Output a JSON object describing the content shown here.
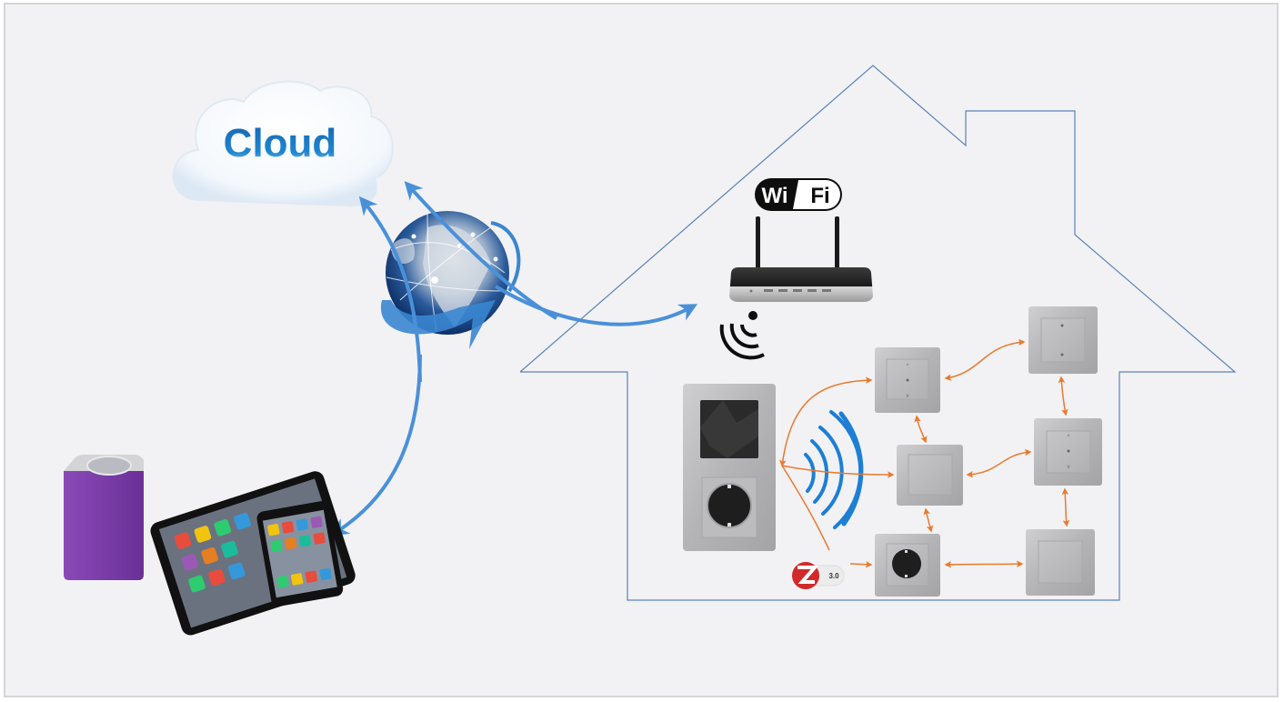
{
  "diagram": {
    "title": "Smart home connectivity: Cloud, Internet, Wi-Fi router and Zigbee 3.0 device mesh",
    "colors": {
      "background": "#f2f2f4",
      "frame_border": "#d6d6d6",
      "house_outline": "#5b82b8",
      "cloud_text": "#1c7ac2",
      "blue_arrow": "#4a90d9",
      "orange_link": "#e87a2e",
      "zigbee_waves": "#1d7fd4",
      "speaker_body": "#7b3fa6",
      "zigbee_red": "#d22a2a",
      "switch_plate": "#b9b9bb"
    },
    "nodes": {
      "cloud": {
        "label": "Cloud",
        "icon": "cloud-icon"
      },
      "internet": {
        "label": "Internet",
        "icon": "globe-icon"
      },
      "wifi_badge": {
        "left": "Wi",
        "right": "Fi",
        "icon": "wifi-logo"
      },
      "router": {
        "label": "Wi-Fi router",
        "icon": "router-icon"
      },
      "wifi_signal": {
        "icon": "wifi-signal-icon"
      },
      "smart_speaker": {
        "label": "Smart speaker",
        "icon": "speaker-icon"
      },
      "mobile_devices": {
        "label": "Tablet and smartphone",
        "icon": "tablet-phone-icon"
      },
      "gateway": {
        "label": "Gateway with socket",
        "icon": "gateway-icon"
      },
      "zigbee_badge": {
        "letter": "Z",
        "version": "3.0",
        "icon": "zigbee-logo"
      },
      "devices": [
        {
          "id": "blind-switch-1",
          "type": "blind switch"
        },
        {
          "id": "dimmer-1",
          "type": "two-button switch"
        },
        {
          "id": "switch-center",
          "type": "switch"
        },
        {
          "id": "blind-switch-2",
          "type": "blind switch"
        },
        {
          "id": "socket",
          "type": "socket"
        },
        {
          "id": "switch-plain",
          "type": "switch"
        }
      ]
    },
    "links": [
      {
        "from": "internet",
        "to": "cloud",
        "style": "blue-arrow"
      },
      {
        "from": "router",
        "to": "cloud",
        "style": "blue-arrow"
      },
      {
        "from": "internet",
        "to": "router",
        "style": "blue-arrow"
      },
      {
        "from": "internet",
        "to": "mobile_devices",
        "style": "blue-arrow"
      },
      {
        "from": "gateway",
        "to": "blind-switch-1",
        "style": "orange-bidirectional"
      },
      {
        "from": "gateway",
        "to": "switch-center",
        "style": "orange-bidirectional"
      },
      {
        "from": "gateway",
        "to": "socket",
        "style": "orange-bidirectional"
      },
      {
        "from": "blind-switch-1",
        "to": "dimmer-1",
        "style": "orange-bidirectional"
      },
      {
        "from": "blind-switch-1",
        "to": "switch-center",
        "style": "orange-bidirectional"
      },
      {
        "from": "switch-center",
        "to": "blind-switch-2",
        "style": "orange-bidirectional"
      },
      {
        "from": "switch-center",
        "to": "socket",
        "style": "orange-bidirectional"
      },
      {
        "from": "dimmer-1",
        "to": "blind-switch-2",
        "style": "orange-bidirectional"
      },
      {
        "from": "blind-switch-2",
        "to": "switch-plain",
        "style": "orange-bidirectional"
      },
      {
        "from": "socket",
        "to": "switch-plain",
        "style": "orange-bidirectional"
      }
    ]
  }
}
